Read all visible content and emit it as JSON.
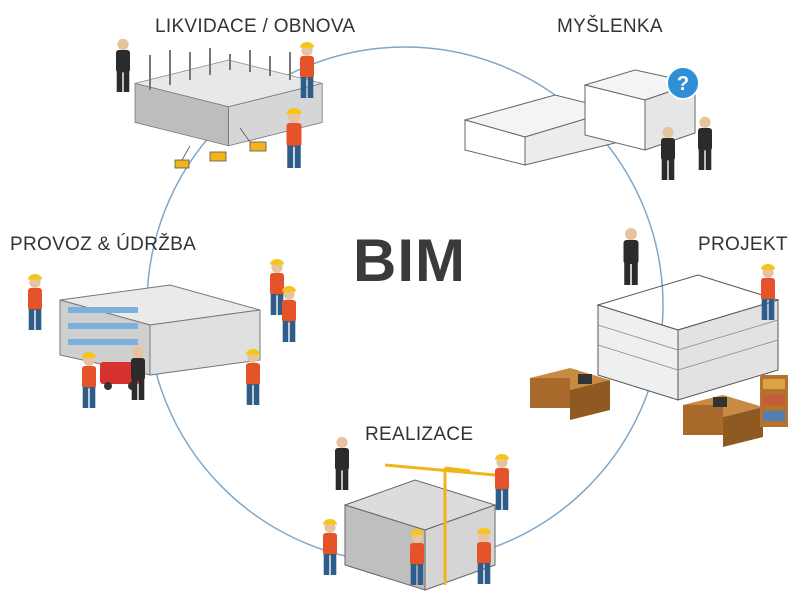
{
  "diagram": {
    "center_title": "BIM",
    "stages": [
      {
        "label": "LIKVIDACE / OBNOVA"
      },
      {
        "label": "MYŠLENKA"
      },
      {
        "label": "PROJEKT"
      },
      {
        "label": "REALIZACE"
      },
      {
        "label": "PROVOZ & ÚDRŽBA"
      }
    ],
    "question_mark": "?",
    "colors": {
      "cycle_line": "#7fa7c9",
      "text": "#333333",
      "question_badge": "#2f8fd6",
      "crane": "#f0b51b",
      "worker_vest": "#e5532b",
      "desk": "#b5732f"
    }
  }
}
